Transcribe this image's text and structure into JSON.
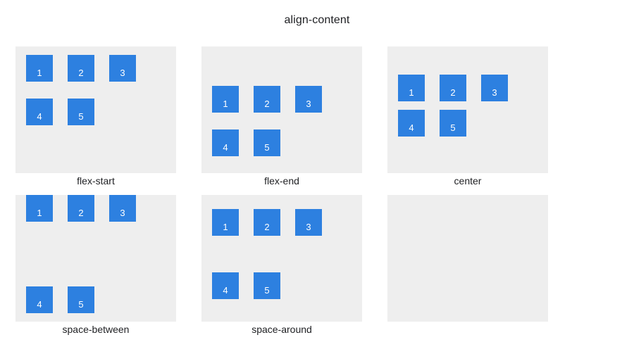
{
  "title": "align-content",
  "colors": {
    "background": "#ffffff",
    "panel": "#eeeeee",
    "item": "#2d80e0",
    "item_text": "#ffffff",
    "text": "#202124"
  },
  "items": [
    "1",
    "2",
    "3",
    "4",
    "5"
  ],
  "panels": [
    {
      "label": "flex-start",
      "value": "flex-start",
      "items": [
        "1",
        "2",
        "3",
        "4",
        "5"
      ]
    },
    {
      "label": "flex-end",
      "value": "flex-end",
      "items": [
        "1",
        "2",
        "3",
        "4",
        "5"
      ]
    },
    {
      "label": "center",
      "value": "center",
      "items": [
        "1",
        "2",
        "3",
        "4",
        "5"
      ]
    },
    {
      "label": "space-between",
      "value": "space-between",
      "items": [
        "1",
        "2",
        "3",
        "4",
        "5"
      ]
    },
    {
      "label": "space-around",
      "value": "space-around",
      "items": [
        "1",
        "2",
        "3",
        "4",
        "5"
      ]
    },
    {
      "label": "",
      "value": "",
      "items": []
    }
  ]
}
